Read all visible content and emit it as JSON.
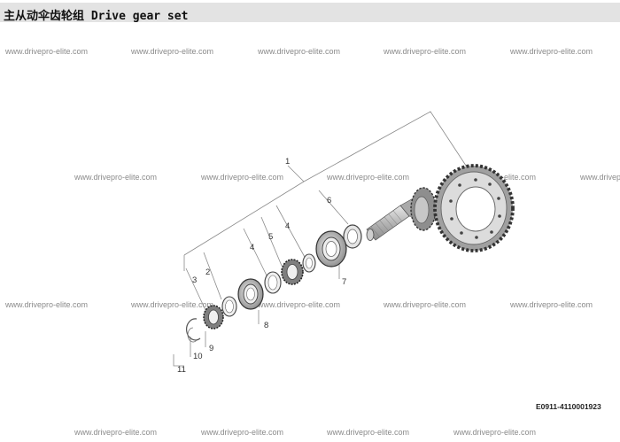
{
  "header": {
    "title": "主从动伞齿轮组 Drive gear set"
  },
  "watermark": {
    "text": "www.drivepro-elite.com"
  },
  "callouts": [
    "1",
    "2",
    "3",
    "4",
    "4",
    "5",
    "6",
    "7",
    "8",
    "9",
    "10",
    "11"
  ],
  "part_code": "E0911-4110001923",
  "colors": {
    "title_bg": "#e3e3e3",
    "line": "#8a8a8a",
    "watermark": "#8a8a8a"
  }
}
